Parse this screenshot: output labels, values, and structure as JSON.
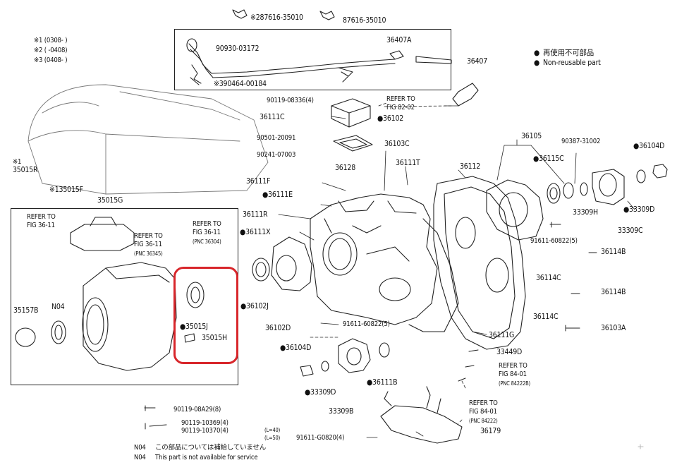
{
  "legend": {
    "bullet": "●",
    "line1": "再使用不可部品",
    "line2": "Non-reusable part"
  },
  "variants": {
    "v1": "※1 (0308-     )",
    "v2": "※2 (     -0408)",
    "v3": "※3 (0408-     )"
  },
  "top_assembly": {
    "p_87616_a": "※287616-35010",
    "p_87616_b": "87616-35010",
    "p_90930": "90930-03172",
    "p_36407A": "36407A",
    "p_36407": "36407",
    "p_90464": "※390464-00184"
  },
  "parts": {
    "p_90119_08336": "90119-08336(4)",
    "ref_82_1": "REFER TO",
    "ref_82_2": "FIG 82-02",
    "p_36111C": "36111C",
    "p_36102": "●36102",
    "p_90501": "90501-20091",
    "p_90241": "90241-07003",
    "p_36128": "36128",
    "p_36103C": "36103C",
    "p_36111T": "36111T",
    "p_36112": "36112",
    "p_36105": "36105",
    "p_90387": "90387-31002",
    "p_36104D_top": "●36104D",
    "p_36115C": "●36115C",
    "p_33309H": "33309H",
    "p_33309D_r": "●33309D",
    "p_33309C": "33309C",
    "p_35015R_mark": "※1",
    "p_35015R": "35015R",
    "p_35015F": "※135015F",
    "p_35015G": "35015G",
    "p_36111F": "36111F",
    "p_36111E": "●36111E",
    "p_36111R": "36111R",
    "p_36111X": "●36111X",
    "p_91611_top": "91611-60822(5)",
    "p_36114B_1": "36114B",
    "p_36114C_1": "36114C",
    "p_36114B_2": "36114B",
    "p_36114C_2": "36114C",
    "p_36103A": "36103A",
    "p_36102J": "●36102J",
    "p_36102D": "36102D",
    "p_91611_mid": "91611-60822(5)",
    "p_36111G": "36111G",
    "p_33449D": "33449D",
    "ref_84a_1": "REFER TO",
    "ref_84a_2": "FIG 84-01",
    "ref_84a_3": "(PNC 84222B)",
    "ref_84b_1": "REFER TO",
    "ref_84b_2": "FIG 84-01",
    "ref_84b_3": "(PNC 84222)",
    "p_36104D_bot": "●36104D",
    "p_36111B": "●36111B",
    "p_33309D_bot": "●33309D",
    "p_33309B": "33309B",
    "p_36179": "36179",
    "p_91611_g": "91611-G0820(4)"
  },
  "inset": {
    "ref_3611_1": "REFER TO",
    "ref_3611_2": "FIG 36-11",
    "ref_3611b_1": "REFER TO",
    "ref_3611b_2": "FIG 36-11",
    "ref_3611b_3": "(PNC 36304)",
    "ref_3611c_1": "REFER TO",
    "ref_3611c_2": "FIG 36-11",
    "ref_3611c_3": "(PNC 36345)",
    "p_35157B": "35157B",
    "p_N04": "N04",
    "p_35015J": "●35015J",
    "p_35015H": "35015H"
  },
  "bolts": {
    "b1": "90119-08A29(8)",
    "b2": "90119-10369(4)",
    "b3": "90119-10370(4)",
    "l40": "(L=40)",
    "l50": "(L=50)"
  },
  "footnote": {
    "jp_code": "N04",
    "jp_text": "この部品については補給していません",
    "en_code": "N04",
    "en_text": "This part is not available for service"
  },
  "highlight_color": "#d8262b"
}
